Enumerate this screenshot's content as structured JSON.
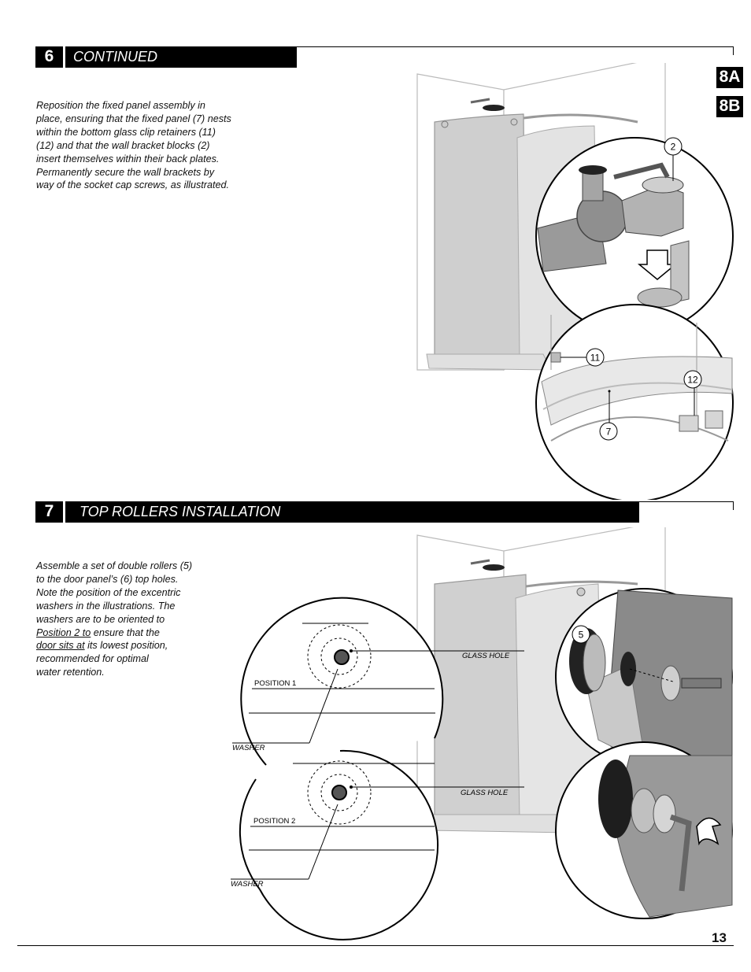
{
  "side_tabs": [
    "8A",
    "8B"
  ],
  "step6": {
    "number": "6",
    "title": "CONTINUED",
    "lines": [
      "Reposition the fixed panel assembly in",
      "place, ensuring that the fixed panel (7) nests",
      "within the bottom glass clip retainers (11)",
      "(12) and that the wall bracket blocks (2)",
      "insert themselves within their back plates.",
      "Permanently secure the wall brackets by",
      "way of the socket cap screws, as illustrated."
    ],
    "callouts": [
      "2",
      "11",
      "12",
      "7"
    ]
  },
  "step7": {
    "number": "7",
    "title": "TOP ROLLERS INSTALLATION",
    "lines": [
      "Assemble a set of double rollers (5)",
      "to the door panel’s (6) top holes.",
      "Note the position of the excentric",
      "washers in the illustrations. The",
      "washers are to be oriented to"
    ],
    "line_underlined": "Position 2 to",
    "line_after_underline": " ensure that the",
    "line_door_a": "door sits at",
    "line_door_b": "  its lowest position,",
    "lines_end": [
      "recommended for optimal",
      "water retention."
    ],
    "detail1": {
      "position": "POSITION 1",
      "glass_hole": "GLASS HOLE",
      "washer": "WASHER"
    },
    "detail2": {
      "position": "POSITION 2",
      "glass_hole": "GLASS HOLE",
      "washer": "WASHER"
    },
    "callouts": [
      "5"
    ]
  },
  "page_number": "13",
  "colors": {
    "ink": "#000000",
    "glass": "#bfbfbf",
    "metal": "#9a9a9a"
  }
}
